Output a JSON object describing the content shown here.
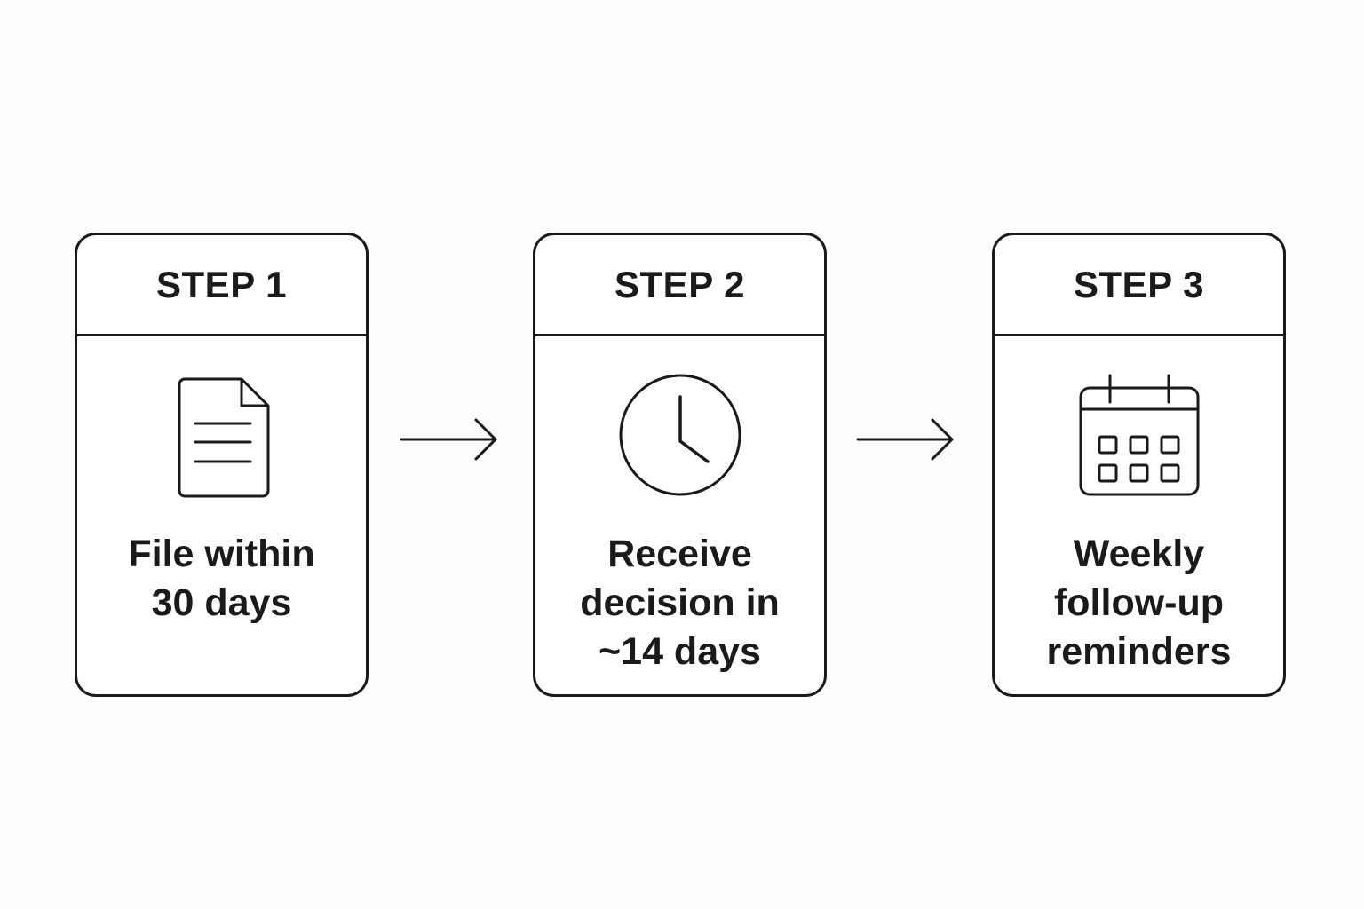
{
  "steps": [
    {
      "label": "STEP 1",
      "icon": "document-icon",
      "text_lines": [
        "File within",
        "30 days"
      ]
    },
    {
      "label": "STEP 2",
      "icon": "clock-icon",
      "text_lines": [
        "Receive",
        "decision in",
        "~14 days"
      ]
    },
    {
      "label": "STEP 3",
      "icon": "calendar-icon",
      "text_lines": [
        "Weekly",
        "follow-up",
        "reminders"
      ]
    }
  ],
  "colors": {
    "stroke": "#1a1a1a",
    "background": "#fdfdfd",
    "card": "#ffffff"
  }
}
